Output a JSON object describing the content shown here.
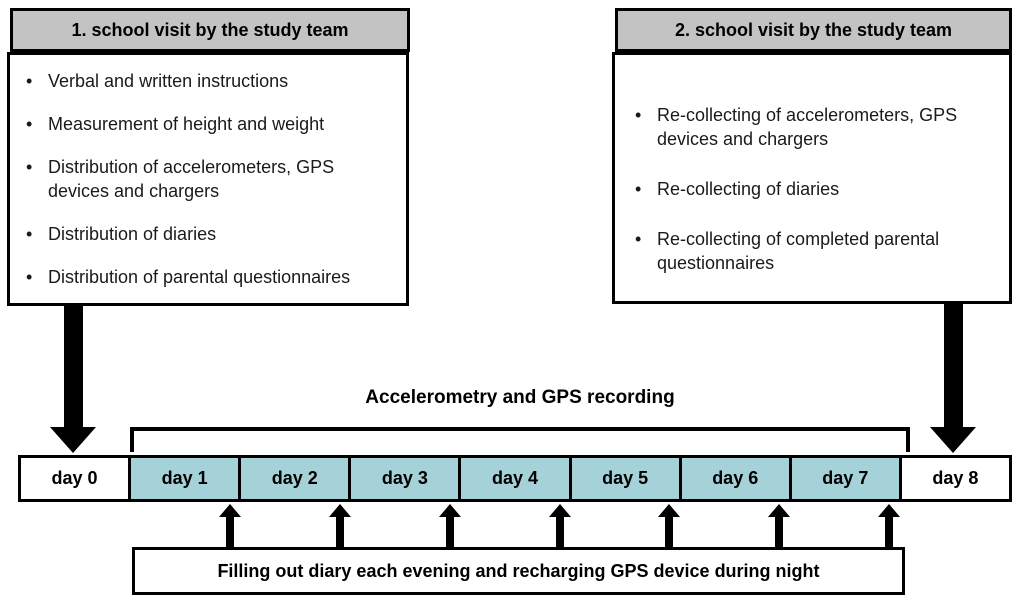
{
  "diagram": {
    "colors": {
      "header_bg": "#c3c3c3",
      "day_highlight": "#a5d2d8",
      "border": "#000000",
      "background": "#ffffff"
    },
    "visit1": {
      "title": "1. school visit by the study team",
      "items": [
        "Verbal and written instructions",
        "Measurement of height and weight",
        "Distribution of accelerometers, GPS devices and chargers",
        "Distribution of diaries",
        "Distribution of parental questionnaires"
      ]
    },
    "visit2": {
      "title": "2. school visit by the study team",
      "items": [
        "Re-collecting of accelerometers, GPS devices and chargers",
        "Re-collecting of diaries",
        "Re-collecting of completed parental questionnaires"
      ]
    },
    "recording_label": "Accelerometry and GPS recording",
    "timeline": {
      "days": [
        "day 0",
        "day 1",
        "day 2",
        "day 3",
        "day 4",
        "day 5",
        "day 6",
        "day 7",
        "day 8"
      ],
      "highlighted_indices": [
        1,
        2,
        3,
        4,
        5,
        6,
        7
      ]
    },
    "bottom_note": "Filling out diary each evening and recharging GPS device during night"
  }
}
